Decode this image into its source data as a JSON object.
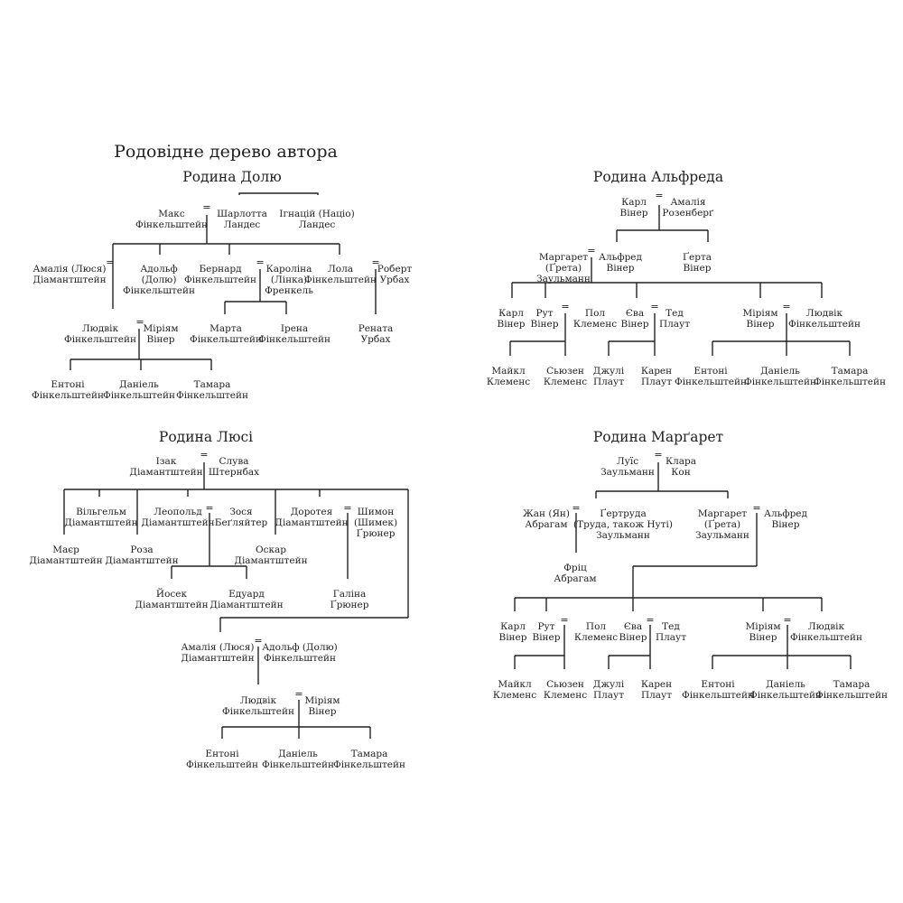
{
  "page_title": "Родовідне дерево автора",
  "families": {
    "dolyu": {
      "title": "Родина Долю",
      "persons": {
        "maks": [
          "Макс",
          "Фінкельштейн"
        ],
        "sharlotta": [
          "Шарлотта",
          "Ландес"
        ],
        "ignatsiy": [
          "Ігнацій (Націо)",
          "Ландес"
        ],
        "amaliya": [
          "Амалія (Люся)",
          "Діамантштейн"
        ],
        "adolf": [
          "Адольф",
          "(Долю)",
          "Фінкельштейн"
        ],
        "bernard": [
          "Бернард",
          "Фінкельштейн"
        ],
        "karolina": [
          "Кароліна",
          "(Лінка)",
          "Френкель"
        ],
        "lola": [
          "Лола",
          "Фінкельштейн"
        ],
        "robert": [
          "Роберт",
          "Урбах"
        ],
        "lyudvik": [
          "Людвік",
          "Фінкельштейн"
        ],
        "miriam": [
          "Міріям",
          "Вінер"
        ],
        "marta": [
          "Марта",
          "Фінкельштейн"
        ],
        "irena": [
          "Ірена",
          "Фінкельштейн"
        ],
        "renata": [
          "Рената",
          "Урбах"
        ],
        "entoni": [
          "Ентоні",
          "Фінкельштейн"
        ],
        "daniel": [
          "Даніель",
          "Фінкельштейн"
        ],
        "tamara": [
          "Тамара",
          "Фінкельштейн"
        ]
      }
    },
    "alfreda": {
      "title": "Родина Альфреда",
      "persons": {
        "karl_s": [
          "Карл",
          "Вінер"
        ],
        "amaliya_r": [
          "Амалія",
          "Розенберґ"
        ],
        "margaret": [
          "Маргарет",
          "(Ґрета)",
          "Заульманн"
        ],
        "alfred": [
          "Альфред",
          "Вінер"
        ],
        "gerta": [
          "Ґерта",
          "Вінер"
        ],
        "karl": [
          "Карл",
          "Вінер"
        ],
        "rut": [
          "Рут",
          "Вінер"
        ],
        "pol": [
          "Пол",
          "Клеменс"
        ],
        "eva": [
          "Єва",
          "Вінер"
        ],
        "ted": [
          "Тед",
          "Плаут"
        ],
        "miriam": [
          "Міріям",
          "Вінер"
        ],
        "lyudvik": [
          "Людвік",
          "Фінкельштейн"
        ],
        "maykl": [
          "Майкл",
          "Клеменс"
        ],
        "syuzen": [
          "Сьюзен",
          "Клеменс"
        ],
        "dzhuli": [
          "Джулі",
          "Плаут"
        ],
        "karen": [
          "Карен",
          "Плаут"
        ],
        "entoni": [
          "Ентоні",
          "Фінкельштейн"
        ],
        "daniel": [
          "Даніель",
          "Фінкельштейн"
        ],
        "tamara": [
          "Тамара",
          "Фінкельштейн"
        ]
      }
    },
    "lyusi": {
      "title": "Родина Люсі",
      "persons": {
        "izak": [
          "Ізак",
          "Діамантштейн"
        ],
        "sluva": [
          "Слува",
          "Штернбах"
        ],
        "vilgelm": [
          "Вільгельм",
          "Діамантштейн"
        ],
        "leopold": [
          "Леопольд",
          "Діамантштейн"
        ],
        "zosya": [
          "Зося",
          "Беґляйтер"
        ],
        "doroteya": [
          "Доротея",
          "Діамантштейн"
        ],
        "shimon": [
          "Шимон",
          "(Шимек)",
          "Ґрюнер"
        ],
        "mayer": [
          "Маєр",
          "Діамантштейн"
        ],
        "roza": [
          "Роза",
          "Діамантштейн"
        ],
        "oskar": [
          "Оскар",
          "Діамантштейн"
        ],
        "yosek": [
          "Йосек",
          "Діамантштейн"
        ],
        "eduard": [
          "Едуард",
          "Діамантштейн"
        ],
        "galina": [
          "Галіна",
          "Ґрюнер"
        ],
        "amaliya": [
          "Амалія (Люся)",
          "Діамантштейн"
        ],
        "adolf": [
          "Адольф (Долю)",
          "Фінкельштейн"
        ],
        "lyudvik": [
          "Людвік",
          "Фінкельштейн"
        ],
        "miriam": [
          "Міріям",
          "Вінер"
        ],
        "entoni": [
          "Ентоні",
          "Фінкельштейн"
        ],
        "daniel": [
          "Даніель",
          "Фінкельштейн"
        ],
        "tamara": [
          "Тамара",
          "Фінкельштейн"
        ]
      }
    },
    "margaret": {
      "title": "Родина Марґарет",
      "persons": {
        "luis": [
          "Луїс",
          "Заульманн"
        ],
        "klara": [
          "Клара",
          "Кон"
        ],
        "zhan": [
          "Жан (Ян)",
          "Абрагам"
        ],
        "gertruda": [
          "Ґертруда",
          "(Труда, також Нуті)",
          "Заульманн"
        ],
        "margaret": [
          "Маргарет",
          "(Ґрета)",
          "Заульманн"
        ],
        "alfred": [
          "Альфред",
          "Вінер"
        ],
        "frits": [
          "Фріц",
          "Абрагам"
        ],
        "karl": [
          "Карл",
          "Вінер"
        ],
        "rut": [
          "Рут",
          "Вінер"
        ],
        "pol": [
          "Пол",
          "Клеменс"
        ],
        "eva": [
          "Єва",
          "Вінер"
        ],
        "ted": [
          "Тед",
          "Плаут"
        ],
        "miriam": [
          "Міріям",
          "Вінер"
        ],
        "lyudvik": [
          "Людвік",
          "Фінкельштейн"
        ],
        "maykl": [
          "Майкл",
          "Клеменс"
        ],
        "syuzen": [
          "Сьюзен",
          "Клеменс"
        ],
        "dzhuli": [
          "Джулі",
          "Плаут"
        ],
        "karen": [
          "Карен",
          "Плаут"
        ],
        "entoni": [
          "Ентоні",
          "Фінкельштейн"
        ],
        "daniel": [
          "Даніель",
          "Фінкельштейн"
        ],
        "tamara": [
          "Тамара",
          "Фінкельштейн"
        ]
      }
    }
  },
  "marriage_symbol": "="
}
